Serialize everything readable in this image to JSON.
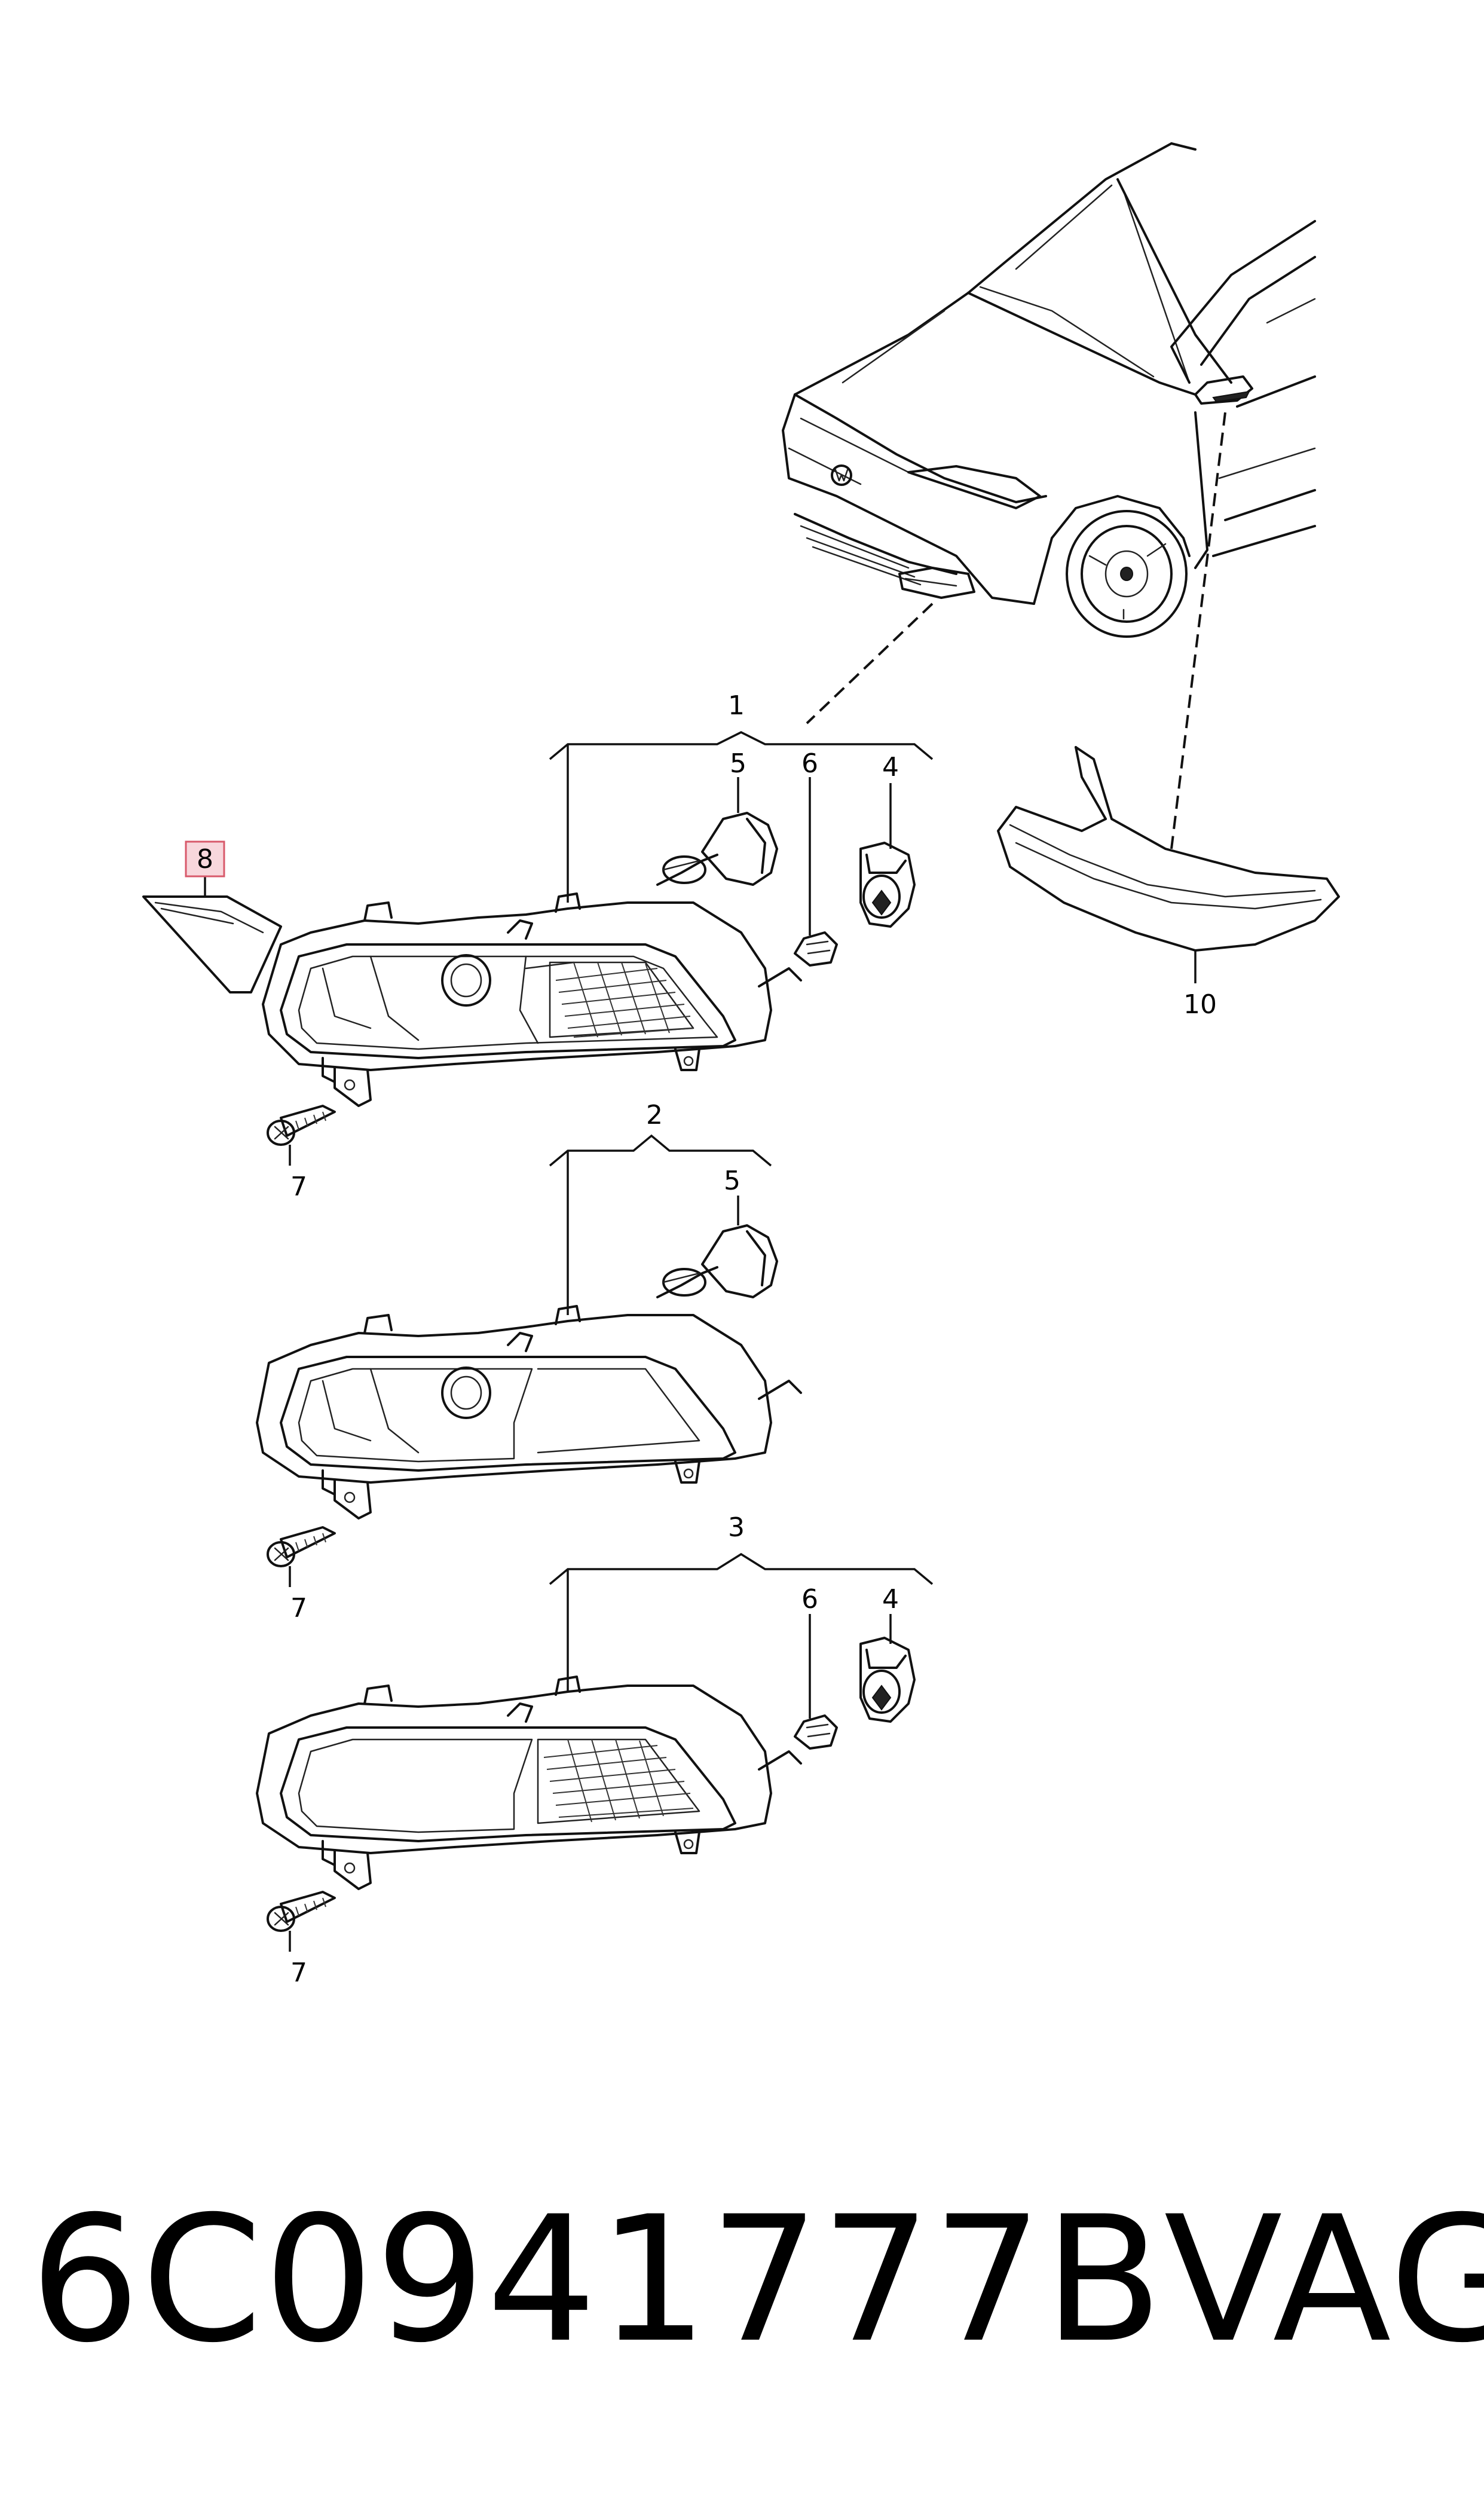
{
  "diagram": {
    "callouts": {
      "c1": "1",
      "c2": "2",
      "c3": "3",
      "c4a": "4",
      "c4b": "4",
      "c5a": "5",
      "c5b": "5",
      "c6a": "6",
      "c6b": "6",
      "c7a": "7",
      "c7b": "7",
      "c7c": "7",
      "c8": "8",
      "c10": "10"
    },
    "highlighted_callout": "8",
    "highlight_color": "#f8d7dc",
    "highlight_border_color": "#d85a6b"
  },
  "footer": {
    "part_number": "6C0941777B",
    "brand": "VAG"
  }
}
